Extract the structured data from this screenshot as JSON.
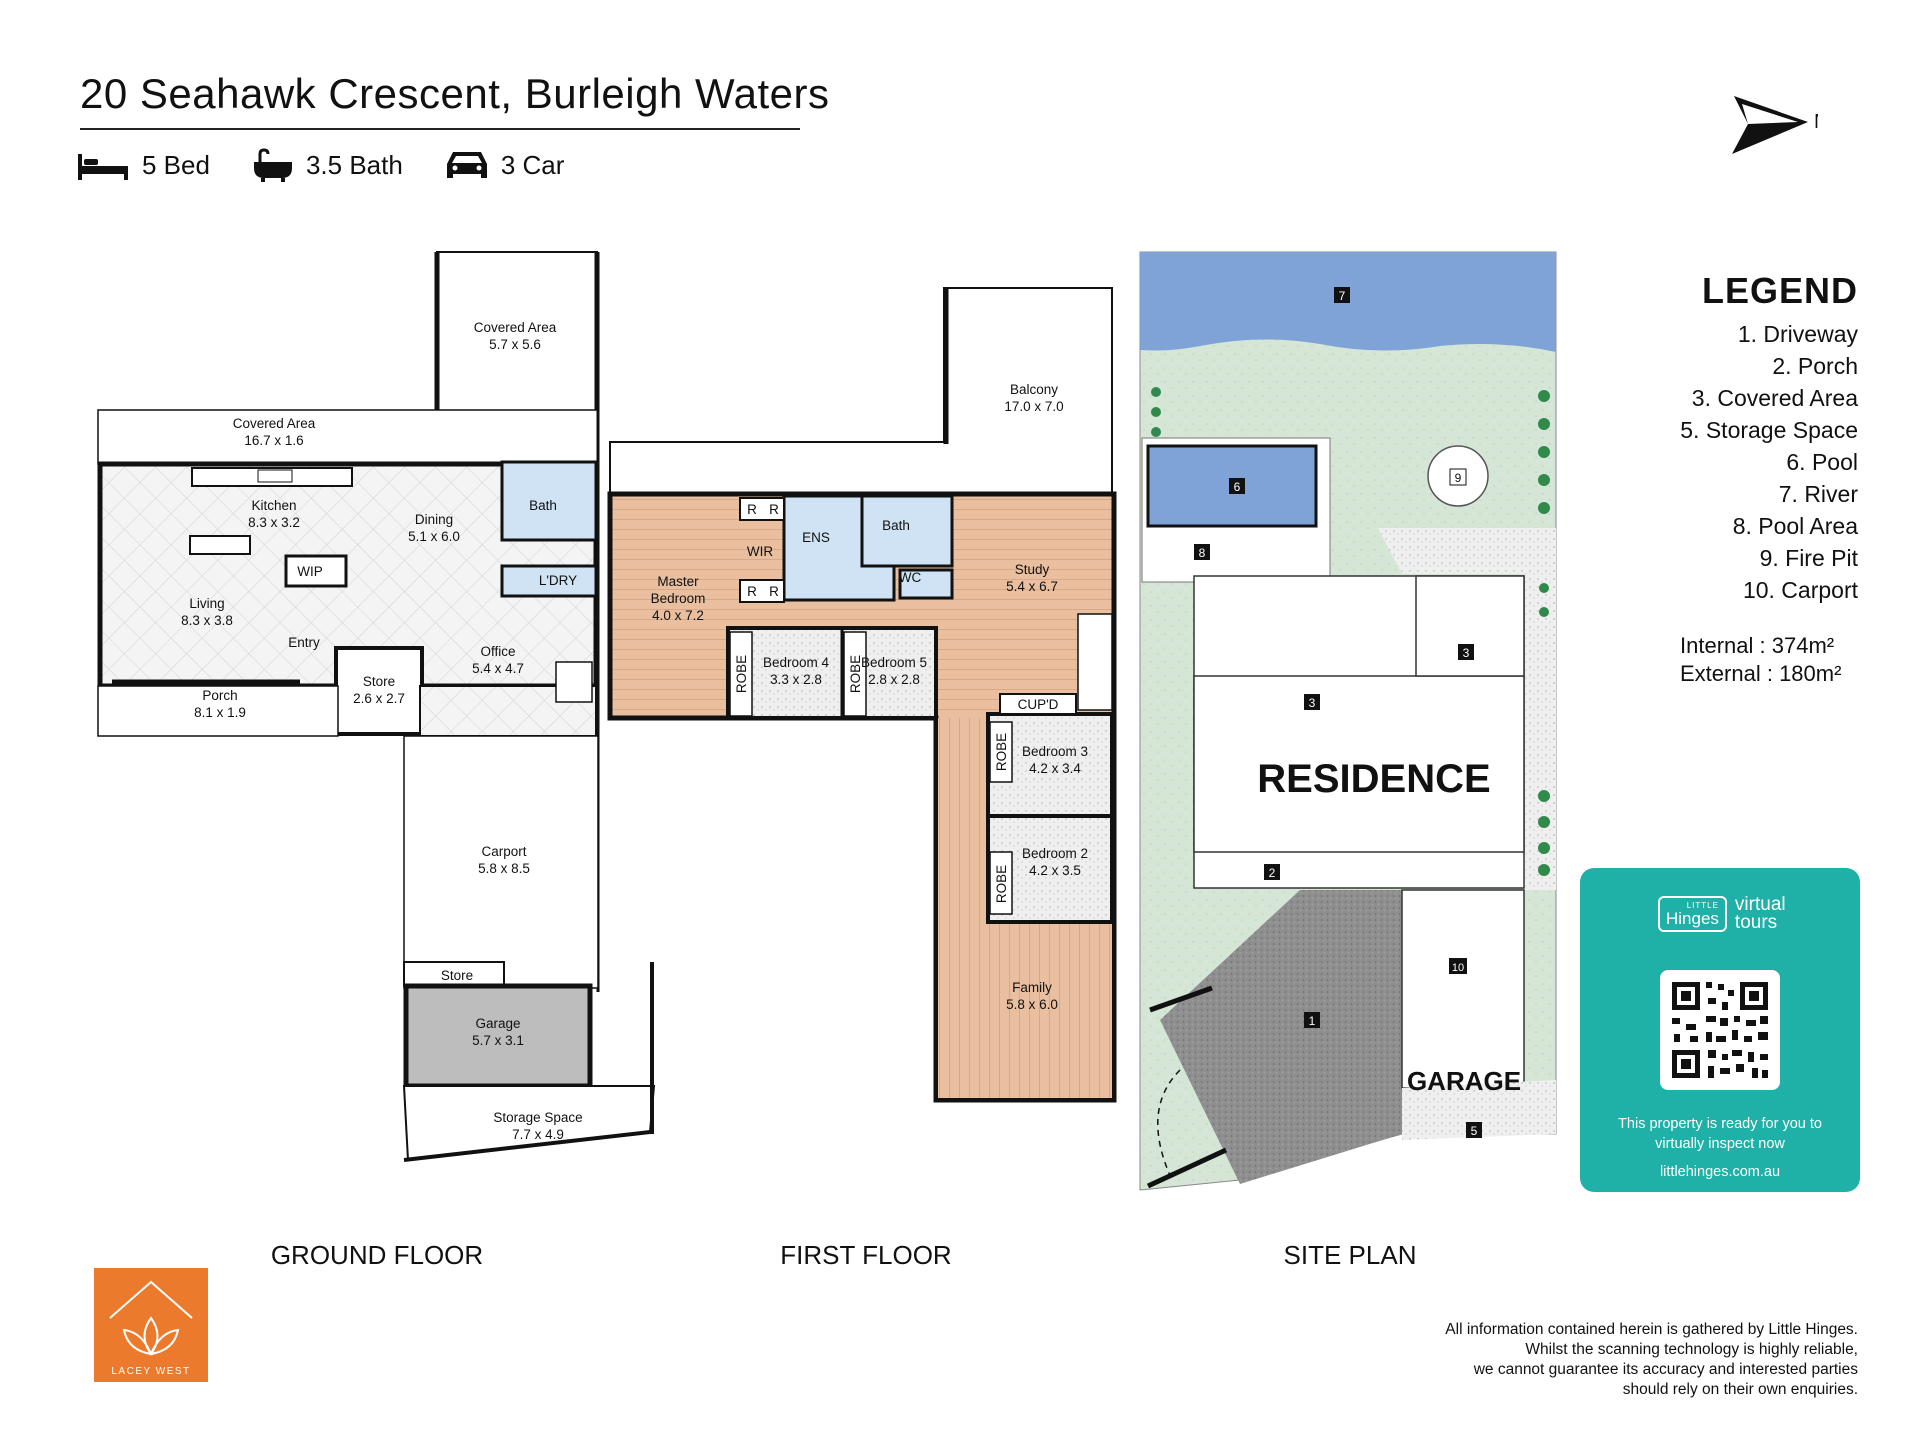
{
  "header": {
    "title": "20 Seahawk Crescent, Burleigh Waters",
    "beds": "5 Bed",
    "baths": "3.5 Bath",
    "cars": "3 Car",
    "compass": "N"
  },
  "legend": {
    "heading": "LEGEND",
    "items": [
      "1. Driveway",
      "2. Porch",
      "3. Covered Area",
      "5. Storage Space",
      "6. Pool",
      "7. River",
      "8. Pool Area",
      "9. Fire Pit",
      "10. Carport"
    ]
  },
  "areas": {
    "internal_label": "Internal",
    "internal_value": ": 374m²",
    "external_label": "External",
    "external_value": ": 180m²"
  },
  "ground_floor": {
    "label": "GROUND FLOOR",
    "rooms": {
      "covered_top": [
        "Covered Area",
        "5.7 x 5.6"
      ],
      "covered_left": [
        "Covered Area",
        "16.7 x 1.6"
      ],
      "kitchen": [
        "Kitchen",
        "8.3 x 3.2"
      ],
      "dining": [
        "Dining",
        "5.1 x 6.0"
      ],
      "bath": "Bath",
      "wip": "WIP",
      "laundry": "L'DRY",
      "living": [
        "Living",
        "8.3 x 3.8"
      ],
      "entry": "Entry",
      "office": [
        "Office",
        "5.4 x 4.7"
      ],
      "porch": [
        "Porch",
        "8.1 x 1.9"
      ],
      "store": [
        "Store",
        "2.6 x 2.7"
      ],
      "carport": [
        "Carport",
        "5.8 x 8.5"
      ],
      "store2": "Store",
      "garage": [
        "Garage",
        "5.7 x 3.1"
      ],
      "storage": [
        "Storage Space",
        "7.7 x 4.9"
      ]
    }
  },
  "first_floor": {
    "label": "FIRST FLOOR",
    "rooms": {
      "balcony": [
        "Balcony",
        "17.0 x 7.0"
      ],
      "master": [
        "Master",
        "Bedroom",
        "4.0 x 7.2"
      ],
      "wir": "WIR",
      "ens": "ENS",
      "bath": "Bath",
      "wc": "WC",
      "study": [
        "Study",
        "5.4 x 6.7"
      ],
      "r": "R",
      "robe": "ROBE",
      "bed4": [
        "Bedroom 4",
        "3.3 x 2.8"
      ],
      "bed5": [
        "Bedroom 5",
        "2.8 x 2.8"
      ],
      "cupd": "CUP'D",
      "bed3": [
        "Bedroom 3",
        "4.2 x 3.4"
      ],
      "bed2": [
        "Bedroom 2",
        "4.2 x 3.5"
      ],
      "family": [
        "Family",
        "5.8 x 6.0"
      ]
    }
  },
  "site_plan": {
    "label": "SITE PLAN",
    "residence": "RESIDENCE",
    "garage": "GARAGE",
    "markers": [
      "1",
      "2",
      "3",
      "3",
      "5",
      "6",
      "7",
      "8",
      "9",
      "10"
    ]
  },
  "virtual_tours": {
    "brand_small": "LITTLE",
    "brand": "Hinges",
    "product1": "virtual",
    "product2": "tours",
    "ready1": "This property is ready for you to",
    "ready2": "virtually inspect now",
    "url": "littlehinges.com.au"
  },
  "agency": {
    "name": "LACEY WEST"
  },
  "disclaimer": [
    "All information contained herein is gathered by Little Hinges.",
    "Whilst the scanning technology is highly reliable,",
    "we cannot guarantee its accuracy and interested parties",
    "should rely on their own enquiries."
  ],
  "colors": {
    "accent_teal": "#1fb0a8",
    "agency_orange": "#ec7a2c",
    "first_floor_wood": "#e9bf9f",
    "wet_area_blue": "#cfe3f5",
    "site_green": "#d6e6d6",
    "river_blue": "#7fa3d6",
    "garage_grey": "#bdbdbd",
    "driveway_grey": "#8f8f8f"
  }
}
